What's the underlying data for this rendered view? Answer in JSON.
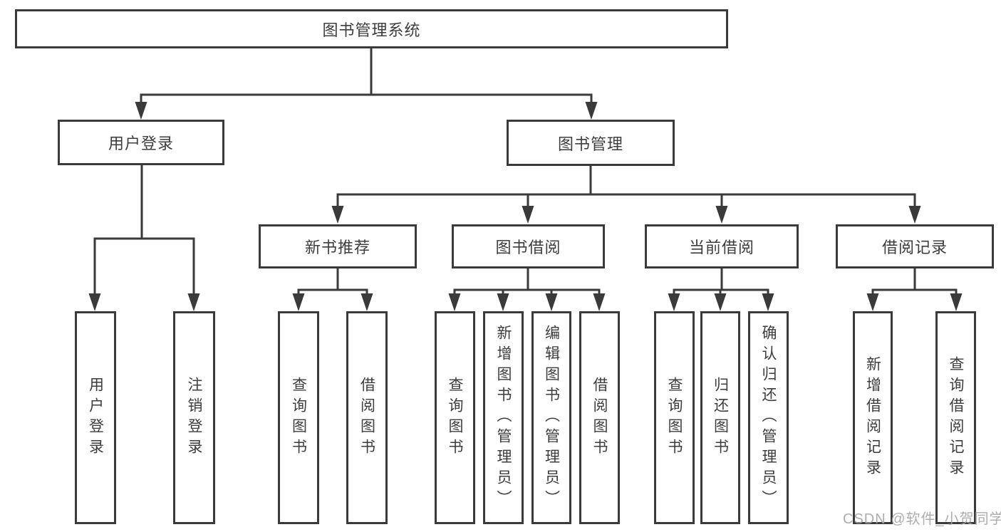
{
  "tree": {
    "root": "图书管理系统",
    "user_login": {
      "label": "用户登录",
      "children": [
        "用户登录",
        "注销登录"
      ]
    },
    "book_mgmt": {
      "label": "图书管理",
      "groups": [
        {
          "label": "新书推荐",
          "children": [
            "查询图书",
            "借阅图书"
          ]
        },
        {
          "label": "图书借阅",
          "children": [
            "查询图书",
            "新增图书（管理员）",
            "编辑图书（管理员）",
            "借阅图书"
          ]
        },
        {
          "label": "当前借阅",
          "children": [
            "查询图书",
            "归还图书",
            "确认归还（管理员）"
          ]
        },
        {
          "label": "借阅记录",
          "children": [
            "新增借阅记录",
            "查询借阅记录"
          ]
        }
      ]
    }
  },
  "watermark": {
    "text": "CSDN @软件_小贺同学"
  },
  "colors": {
    "line": "#3a3a3a",
    "text": "#3d3d3d",
    "background": "#ffffff",
    "watermark": "#a4a4a4"
  }
}
